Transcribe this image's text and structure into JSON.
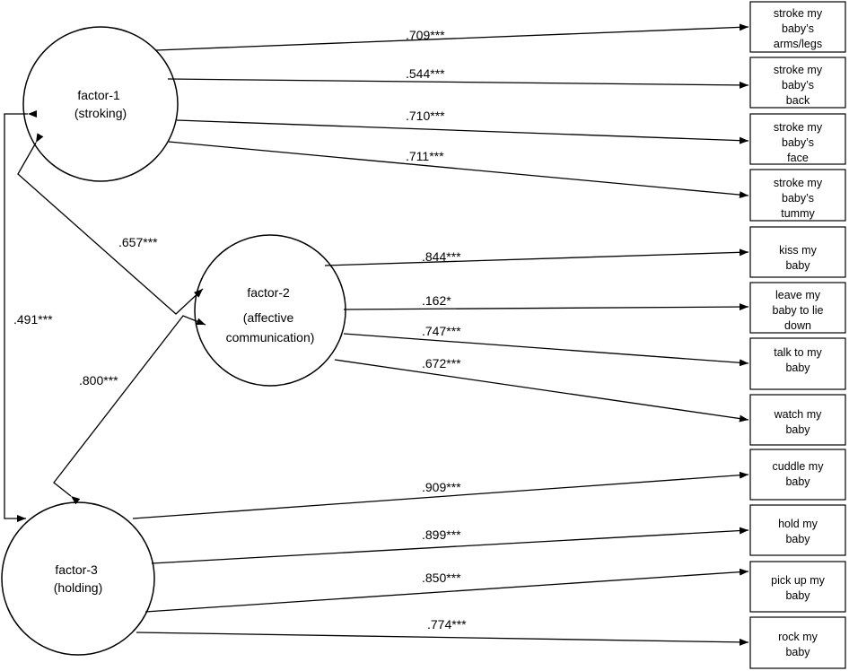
{
  "factors": [
    {
      "id": "f1",
      "lines": [
        "factor-1",
        "(stroking)"
      ]
    },
    {
      "id": "f2",
      "lines": [
        "factor-2",
        "(affective",
        "communication)"
      ]
    },
    {
      "id": "f3",
      "lines": [
        "factor-3",
        "(holding)"
      ]
    }
  ],
  "items": [
    {
      "id": "i1",
      "lines": [
        "stroke my",
        "baby’s",
        "arms/legs"
      ]
    },
    {
      "id": "i2",
      "lines": [
        "stroke my",
        "baby’s",
        "back"
      ]
    },
    {
      "id": "i3",
      "lines": [
        "stroke my",
        "baby’s",
        "face"
      ]
    },
    {
      "id": "i4",
      "lines": [
        "stroke my",
        "baby’s",
        "tummy"
      ]
    },
    {
      "id": "i5",
      "lines": [
        "kiss my",
        "baby"
      ]
    },
    {
      "id": "i6",
      "lines": [
        "leave my",
        "baby to lie",
        "down"
      ]
    },
    {
      "id": "i7",
      "lines": [
        "talk to my",
        "baby"
      ]
    },
    {
      "id": "i8",
      "lines": [
        "watch my",
        "baby"
      ]
    },
    {
      "id": "i9",
      "lines": [
        "cuddle my",
        "baby"
      ]
    },
    {
      "id": "i10",
      "lines": [
        "hold my",
        "baby"
      ]
    },
    {
      "id": "i11",
      "lines": [
        "pick up my",
        "baby"
      ]
    },
    {
      "id": "i12",
      "lines": [
        "rock my",
        "baby"
      ]
    }
  ],
  "loadings": [
    {
      "from": "f1",
      "to": "i1",
      "label": ".709***"
    },
    {
      "from": "f1",
      "to": "i2",
      "label": ".544***"
    },
    {
      "from": "f1",
      "to": "i3",
      "label": ".710***"
    },
    {
      "from": "f1",
      "to": "i4",
      "label": ".711***"
    },
    {
      "from": "f2",
      "to": "i5",
      "label": ".844***"
    },
    {
      "from": "f2",
      "to": "i6",
      "label": ".162*"
    },
    {
      "from": "f2",
      "to": "i7",
      "label": ".747***"
    },
    {
      "from": "f2",
      "to": "i8",
      "label": ".672***"
    },
    {
      "from": "f3",
      "to": "i9",
      "label": ".909***"
    },
    {
      "from": "f3",
      "to": "i10",
      "label": ".899***"
    },
    {
      "from": "f3",
      "to": "i11",
      "label": ".850***"
    },
    {
      "from": "f3",
      "to": "i12",
      "label": ".774***"
    }
  ],
  "correlations": [
    {
      "between": [
        "f1",
        "f2"
      ],
      "label": ".657***"
    },
    {
      "between": [
        "f2",
        "f3"
      ],
      "label": ".800***"
    },
    {
      "between": [
        "f1",
        "f3"
      ],
      "label": ".491***"
    }
  ]
}
